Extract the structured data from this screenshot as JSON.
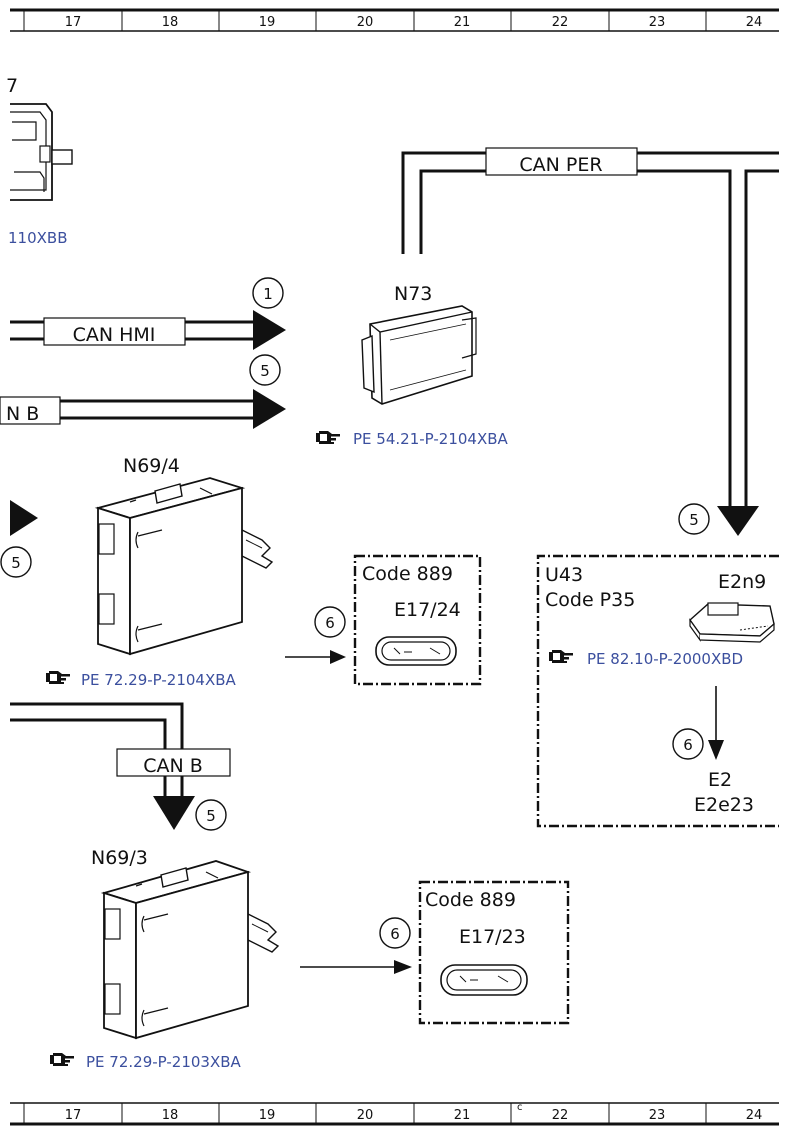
{
  "ruler": {
    "columns": [
      "17",
      "18",
      "19",
      "20",
      "21",
      "22",
      "23",
      "24"
    ],
    "bottom_mark": "c"
  },
  "buses": {
    "can_per": "CAN PER",
    "can_hmi": "CAN HMI",
    "can_b_partial": "N B",
    "can_b": "CAN B"
  },
  "components": {
    "partial_top": {
      "name": "7",
      "ref": "110XBB"
    },
    "n73": {
      "name": "N73",
      "ref": "PE 54.21-P-2104XBA"
    },
    "n69_4": {
      "name": "N69/4",
      "ref": "PE 72.29-P-2104XBA"
    },
    "n69_3": {
      "name": "N69/3",
      "ref": "PE 72.29-P-2103XBA"
    },
    "e17_24": {
      "code": "Code 889",
      "name": "E17/24"
    },
    "e17_23": {
      "code": "Code 889",
      "name": "E17/23"
    },
    "u43": {
      "name": "U43",
      "code": "Code P35",
      "part": "E2n9",
      "ref": "PE 82.10-P-2000XBD",
      "target1": "E2",
      "target2": "E2e23"
    }
  },
  "markers": {
    "can_hmi": "1",
    "can_b_arrow": "5",
    "left_arrow": "5",
    "can_per_arrow": "5",
    "can_b_down": "5",
    "e17_24_arrow": "6",
    "e17_23_arrow": "6",
    "e2_arrow": "6"
  },
  "icons": [
    "hand-pointer-icon"
  ],
  "colors": {
    "link": "#3b4f9e",
    "ink": "#111111"
  }
}
